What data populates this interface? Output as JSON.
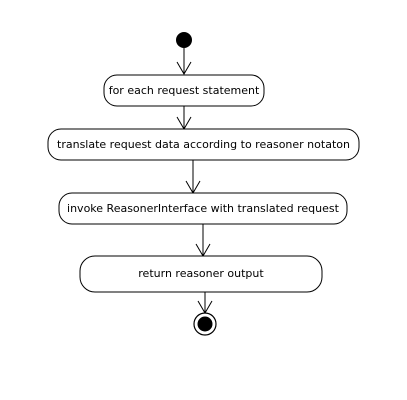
{
  "activity": {
    "actions": [
      {
        "label": "for each request statement"
      },
      {
        "label": "translate request data according to reasoner notaton"
      },
      {
        "label": "invoke ReasonerInterface with translated request"
      },
      {
        "label": "return reasoner output"
      }
    ]
  }
}
